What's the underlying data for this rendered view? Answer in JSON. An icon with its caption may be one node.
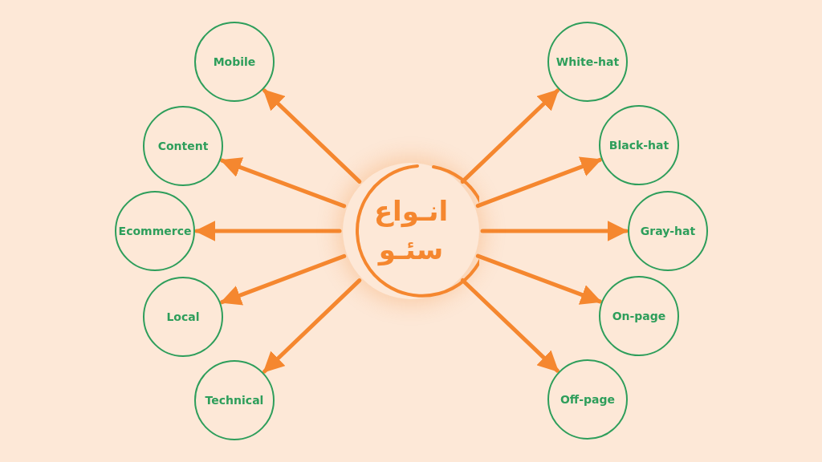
{
  "diagram": {
    "nodes": [
      {
        "text": [
          "انـواع سئـو"
        ]
      },
      {
        "text": [
          "Mobile"
        ]
      },
      {
        "text": [
          "Content"
        ]
      },
      {
        "text": [
          "Ecommerce"
        ]
      },
      {
        "text": [
          "Local"
        ]
      },
      {
        "text": [
          "Technical"
        ]
      },
      {
        "text": [
          "White-hat"
        ]
      },
      {
        "text": [
          "Black-hat"
        ]
      },
      {
        "text": [
          "Gray-hat"
        ]
      },
      {
        "text": [
          "On-page"
        ]
      },
      {
        "text": [
          "Off-page"
        ]
      }
    ],
    "edges": [
      {
        "from": 0,
        "to": 1,
        "arrow": "to"
      },
      {
        "from": 0,
        "to": 2,
        "arrow": "to"
      },
      {
        "from": 0,
        "to": 3,
        "arrow": "to"
      },
      {
        "from": 0,
        "to": 4,
        "arrow": "to"
      },
      {
        "from": 0,
        "to": 5,
        "arrow": "to"
      },
      {
        "from": 0,
        "to": 6,
        "arrow": "to"
      },
      {
        "from": 0,
        "to": 7,
        "arrow": "to"
      },
      {
        "from": 0,
        "to": 8,
        "arrow": "to"
      },
      {
        "from": 0,
        "to": 9,
        "arrow": "to"
      },
      {
        "from": 0,
        "to": 10,
        "arrow": "to"
      }
    ]
  }
}
